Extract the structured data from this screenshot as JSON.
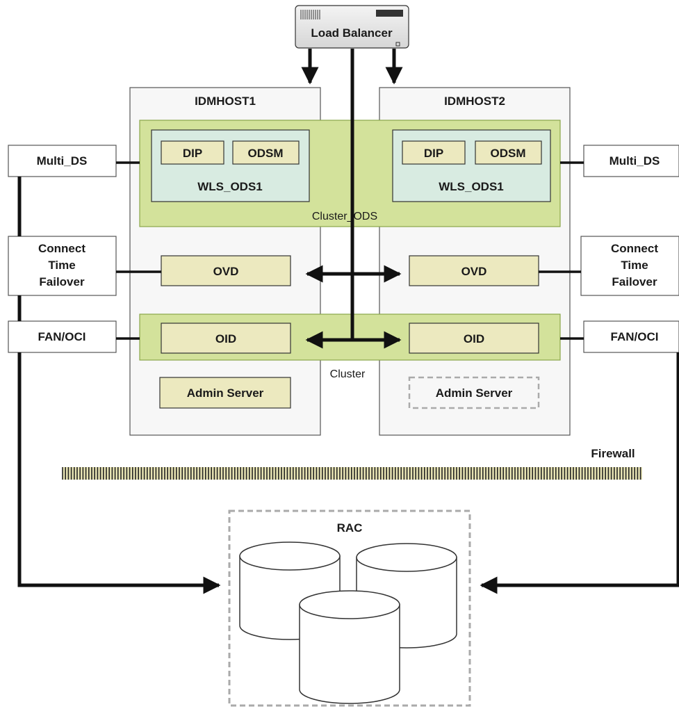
{
  "load_balancer": {
    "label": "Load Balancer"
  },
  "hosts": [
    {
      "title": "IDMHOST1",
      "wls_label": "WLS_ODS1",
      "dip": "DIP",
      "odsm": "ODSM",
      "ovd": "OVD",
      "oid": "OID",
      "admin": "Admin Server"
    },
    {
      "title": "IDMHOST2",
      "wls_label": "WLS_ODS1",
      "dip": "DIP",
      "odsm": "ODSM",
      "ovd": "OVD",
      "oid": "OID",
      "admin": "Admin Server"
    }
  ],
  "clusters": {
    "ods": "Cluster_ODS",
    "oid": "Cluster"
  },
  "left_side": {
    "multi_ds": "Multi_DS",
    "ctf": [
      "Connect",
      "Time",
      "Failover"
    ],
    "fan": "FAN/OCI"
  },
  "right_side": {
    "multi_ds": "Multi_DS",
    "ctf": [
      "Connect",
      "Time",
      "Failover"
    ],
    "fan": "FAN/OCI"
  },
  "firewall": {
    "label": "Firewall"
  },
  "database": {
    "label": "RAC"
  },
  "colors": {
    "green_outer": "#d3e29b",
    "green_border": "#8aa64a",
    "inner_teal": "#d8ebe1",
    "beige": "#ece9bf",
    "host_bg": "#f7f7f7"
  }
}
